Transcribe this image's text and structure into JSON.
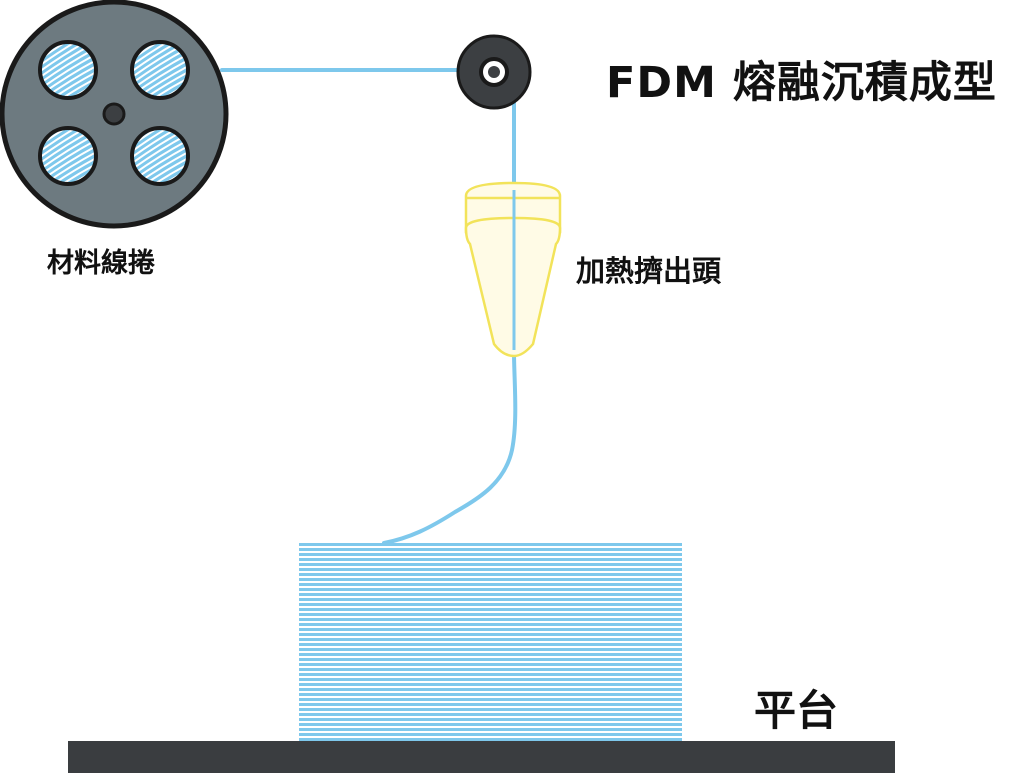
{
  "title": "FDM 熔融沉積成型",
  "labels": {
    "spool": "材料線捲",
    "nozzle": "加熱擠出頭",
    "platform": "平台"
  },
  "colors": {
    "filament": "#7ec8ec",
    "spool_fill": "#6d7a80",
    "outline": "#1a1a1a",
    "nozzle_outline": "#f2e35a",
    "nozzle_fill": "#fffbe6",
    "platform": "#3a3d40",
    "pulley": "#3c3f42"
  }
}
